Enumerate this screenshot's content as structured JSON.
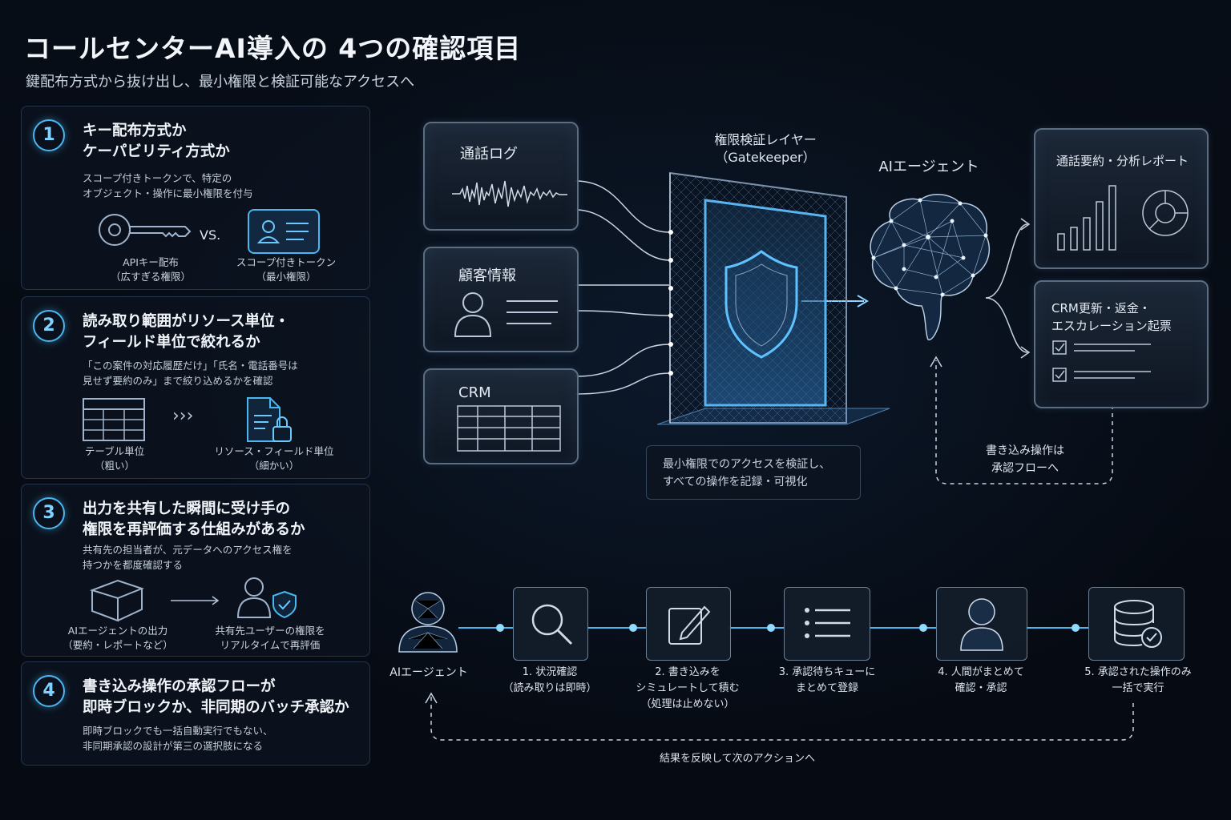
{
  "header": {
    "title": "コールセンターAI導入の 4つの確認項目",
    "subtitle": "鍵配布方式から抜け出し、最小権限と検証可能なアクセスへ"
  },
  "checks": [
    {
      "number": "1",
      "title_lines": [
        "キー配布方式か",
        "ケーパビリティ方式か"
      ],
      "desc_lines": [
        "スコープ付きトークンで、特定の",
        "オブジェクト・操作に最小権限を付与"
      ],
      "left_caption": [
        "APIキー配布",
        "（広すぎる権限）"
      ],
      "vs": "VS.",
      "right_caption": [
        "スコープ付きトークン",
        "（最小権限）"
      ],
      "left_icon": "key-icon",
      "right_icon": "scoped-token-icon"
    },
    {
      "number": "2",
      "title_lines": [
        "読み取り範囲がリソース単位・",
        "フィールド単位で絞れるか"
      ],
      "desc_lines": [
        "「この案件の対応履歴だけ」「氏名・電話番号は",
        "見せず要約のみ」まで絞り込めるかを確認"
      ],
      "left_caption": [
        "テーブル単位",
        "（粗い）"
      ],
      "arrow": "›››",
      "right_caption": [
        "リソース・フィールド単位",
        "（細かい）"
      ],
      "left_icon": "table-icon",
      "right_icon": "locked-document-icon"
    },
    {
      "number": "3",
      "title_lines": [
        "出力を共有した瞬間に受け手の",
        "権限を再評価する仕組みがあるか"
      ],
      "desc_lines": [
        "共有先の担当者が、元データへのアクセス権を",
        "持つかを都度確認する"
      ],
      "left_caption": [
        "AIエージェントの出力",
        "（要約・レポートなど）"
      ],
      "right_caption": [
        "共有先ユーザーの権限を",
        "リアルタイムで再評価"
      ],
      "left_icon": "box-icon",
      "right_icon": "user-shield-icon"
    },
    {
      "number": "4",
      "title_lines": [
        "書き込み操作の承認フローが",
        "即時ブロックか、非同期のバッチ承認か"
      ],
      "desc_lines": [
        "即時ブロックでも一括自動実行でもない、",
        "非同期承認の設計が第三の選択肢になる"
      ]
    }
  ],
  "sources": [
    {
      "label": "通話ログ",
      "icon": "waveform-icon"
    },
    {
      "label": "顧客情報",
      "icon": "customer-profile-icon"
    },
    {
      "label": "CRM",
      "icon": "crm-table-icon"
    }
  ],
  "gatekeeper": {
    "title": "権限検証レイヤー",
    "subtitle": "（Gatekeeper）",
    "note_lines": [
      "最小権限でのアクセスを検証し、",
      "すべての操作を記録・可視化"
    ]
  },
  "agent": {
    "label": "AIエージェント"
  },
  "outputs": [
    {
      "title_lines": [
        "通話要約・分析レポート"
      ],
      "icon": "report-chart-icon"
    },
    {
      "title_lines": [
        "CRM更新・返金・",
        "エスカレーション起票"
      ],
      "icon": "checklist-icon"
    }
  ],
  "write_note": [
    "書き込み操作は",
    "承認フローへ"
  ],
  "flow": {
    "agent_label": "AIエージェント",
    "steps": [
      {
        "lines": [
          "1. 状況確認",
          "（読み取りは即時）"
        ],
        "icon": "search-icon"
      },
      {
        "lines": [
          "2. 書き込みを",
          "シミュレートして積む",
          "（処理は止めない）"
        ],
        "icon": "edit-icon"
      },
      {
        "lines": [
          "3. 承認待ちキューに",
          "まとめて登録"
        ],
        "icon": "queue-list-icon"
      },
      {
        "lines": [
          "4. 人間がまとめて",
          "確認・承認"
        ],
        "icon": "human-approver-icon"
      },
      {
        "lines": [
          "5. 承認された操作のみ",
          "一括で実行"
        ],
        "icon": "database-check-icon"
      }
    ],
    "loop_label": "結果を反映して次のアクションへ"
  },
  "colors": {
    "accent": "#49b7f2",
    "background": "#060b13",
    "panel_border": "#5c6d80"
  }
}
